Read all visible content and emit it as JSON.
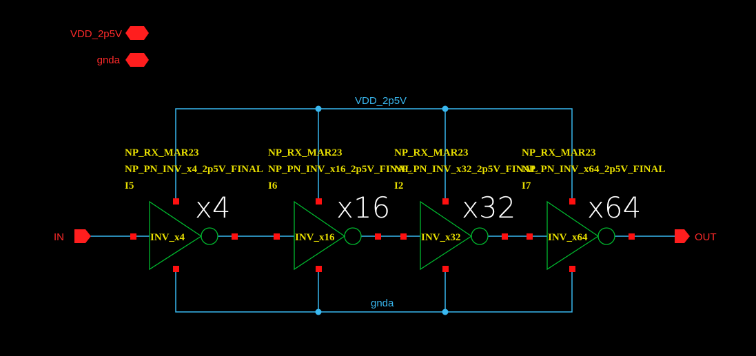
{
  "colors": {
    "background": "#000000",
    "pin": "#ff1e1e",
    "pin_text": "#ff2a2a",
    "wire": "#39b8f0",
    "net_label": "#39b8f0",
    "device": "#00b82e",
    "inst_label": "#e7de00",
    "size_label": "#ffffff",
    "terminal": "#ff1010"
  },
  "pins": {
    "vdd": "VDD_2p5V",
    "gnd": "gnda",
    "in": "IN",
    "out": "OUT"
  },
  "nets": {
    "top": "VDD_2p5V",
    "bottom": "gnda"
  },
  "instances": [
    {
      "lib": "NP_RX_MAR23",
      "cell": "NP_PN_INV_x4_2p5V_FINAL",
      "name": "I5",
      "gate_label": "INV_x4",
      "size": "x4"
    },
    {
      "lib": "NP_RX_MAR23",
      "cell": "NP_PN_INV_x16_2p5V_FINAL",
      "name": "I6",
      "gate_label": "INV_x16",
      "size": "x16"
    },
    {
      "lib": "NP_RX_MAR23",
      "cell": "NP_PN_INV_x32_2p5V_FINAL",
      "name": "I2",
      "gate_label": "INV_x32",
      "size": "x32"
    },
    {
      "lib": "NP_RX_MAR23",
      "cell": "NP_PN_INV_x64_2p5V_FINAL",
      "name": "I7",
      "gate_label": "INV_x64",
      "size": "x64"
    }
  ]
}
